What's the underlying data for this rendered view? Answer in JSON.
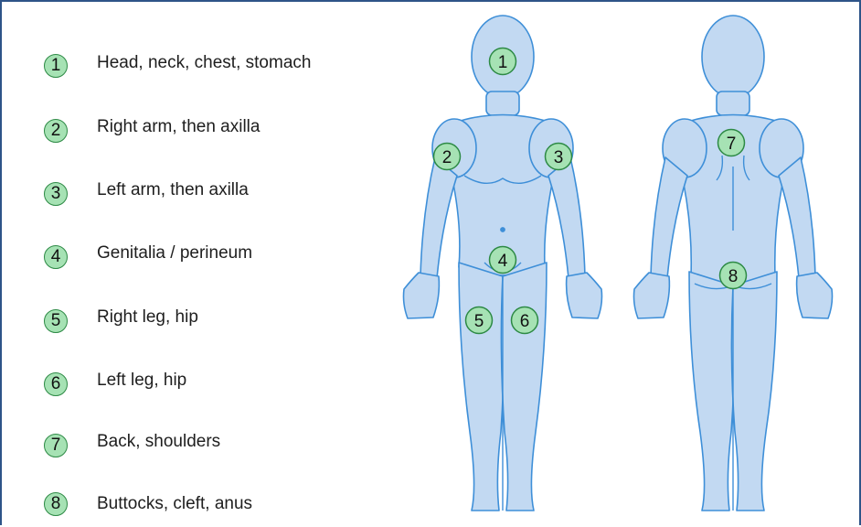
{
  "legend": [
    {
      "number": "1",
      "text": "Head, neck, chest, stomach"
    },
    {
      "number": "2",
      "text": "Right arm, then axilla"
    },
    {
      "number": "3",
      "text": "Left arm, then axilla"
    },
    {
      "number": "4",
      "text": "Genitalia / perineum"
    },
    {
      "number": "5",
      "text": "Right leg, hip"
    },
    {
      "number": "6",
      "text": "Left leg, hip"
    },
    {
      "number": "7",
      "text": "Back, shoulders"
    },
    {
      "number": "8",
      "text": "Buttocks, cleft, anus"
    }
  ],
  "figure_front": {
    "markers": [
      "1",
      "2",
      "3",
      "4",
      "5",
      "6"
    ]
  },
  "figure_back": {
    "markers": [
      "7",
      "8"
    ]
  },
  "colors": {
    "border": "#2e5488",
    "body_fill": "#c2d9f2",
    "body_outline": "#3e8fd8",
    "marker_fill": "#a6e2b4",
    "marker_outline": "#2d8a45"
  }
}
